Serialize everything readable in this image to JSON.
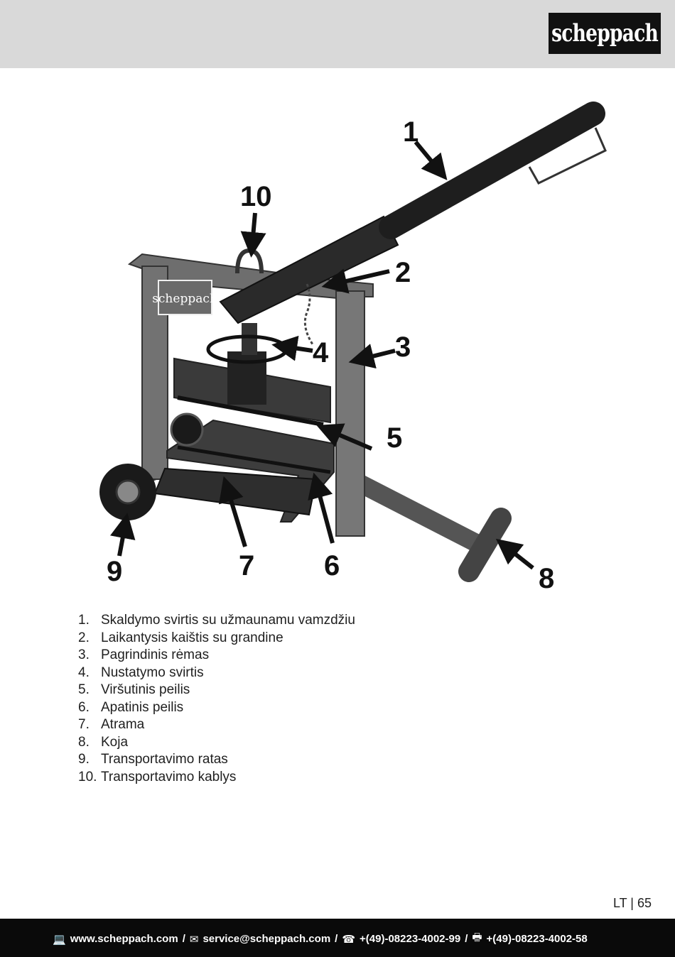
{
  "header": {
    "brand": "scheppach"
  },
  "figure": {
    "callouts": [
      "1",
      "2",
      "3",
      "4",
      "5",
      "6",
      "7",
      "8",
      "9",
      "10"
    ],
    "machine_brand": "scheppach"
  },
  "parts": [
    {
      "num": "1.",
      "label": "Skaldymo svirtis su užmaunamu vamzdžiu"
    },
    {
      "num": "2.",
      "label": "Laikantysis kaištis su grandine"
    },
    {
      "num": "3.",
      "label": "Pagrindinis rėmas"
    },
    {
      "num": "4.",
      "label": "Nustatymo svirtis"
    },
    {
      "num": "5.",
      "label": "Viršutinis peilis"
    },
    {
      "num": "6.",
      "label": "Apatinis peilis"
    },
    {
      "num": "7.",
      "label": "Atrama"
    },
    {
      "num": "8.",
      "label": "Koja"
    },
    {
      "num": "9.",
      "label": "Transportavimo ratas"
    },
    {
      "num": "10.",
      "label": "Transportavimo kablys"
    }
  ],
  "page": {
    "number": "LT | 65"
  },
  "footer": {
    "web_icon": "laptop-icon",
    "website": "www.scheppach.com",
    "sep1": "/",
    "mail_icon": "mail-icon",
    "email": "service@scheppach.com",
    "sep2": "/",
    "phone_icon": "phone-icon",
    "phone": "+(49)-08223-4002-99",
    "sep3": "/",
    "fax_icon": "fax-icon",
    "fax": "+(49)-08223-4002-58"
  }
}
